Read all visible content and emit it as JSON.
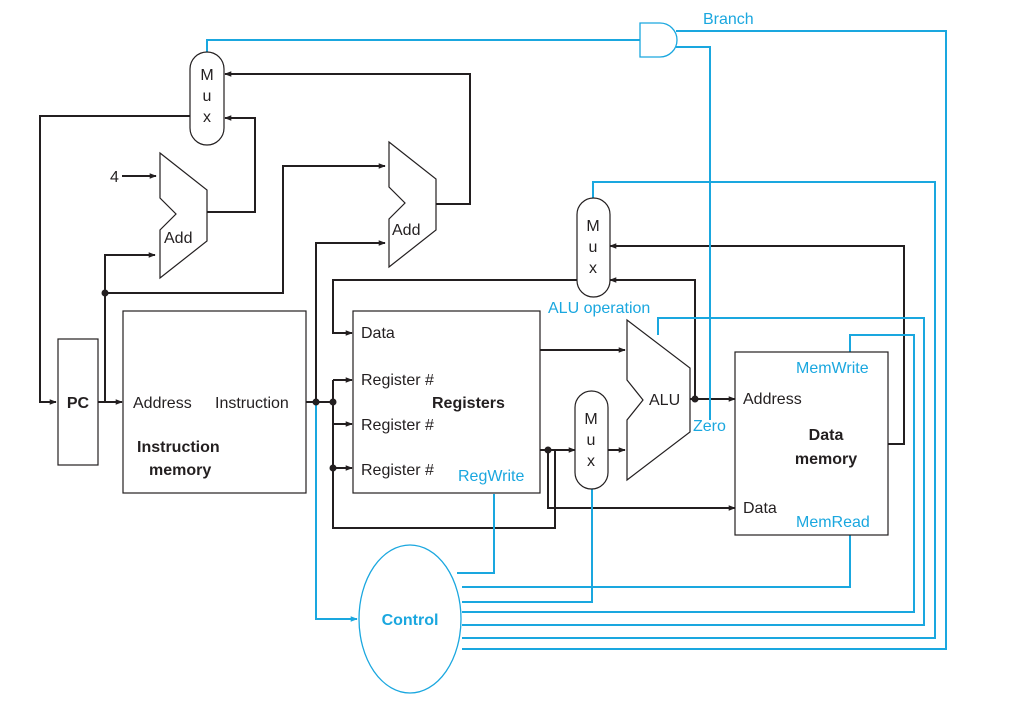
{
  "colors": {
    "datapath": "#231f20",
    "control": "#1aa7df",
    "background": "#ffffff"
  },
  "labels": {
    "branch": "Branch",
    "mux_m": "M",
    "mux_u": "u",
    "mux_x": "x",
    "const_four": "4",
    "add": "Add",
    "pc": "PC",
    "im_address": "Address",
    "im_instruction": "Instruction",
    "im_title_1": "Instruction",
    "im_title_2": "memory",
    "reg_data": "Data",
    "reg_register": "Register #",
    "reg_title": "Registers",
    "reg_write": "RegWrite",
    "alu_operation": "ALU operation",
    "alu": "ALU",
    "zero": "Zero",
    "mem_write": "MemWrite",
    "dm_address": "Address",
    "dm_title_1": "Data",
    "dm_title_2": "memory",
    "dm_data": "Data",
    "mem_read": "MemRead",
    "control": "Control"
  }
}
